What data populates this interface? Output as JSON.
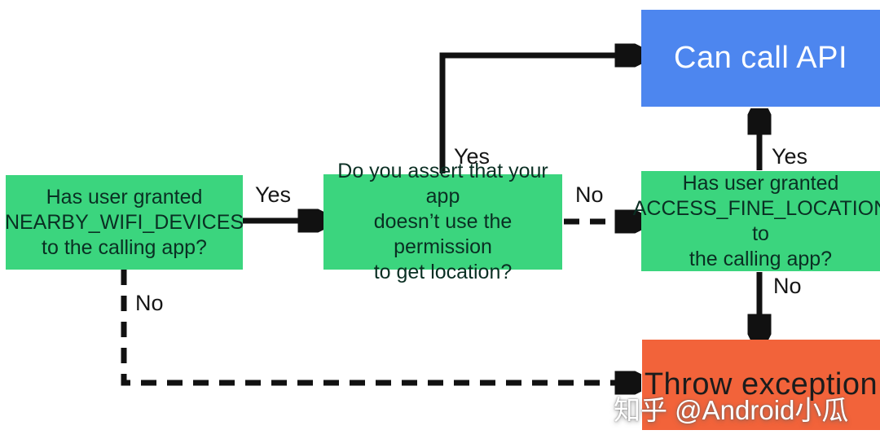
{
  "nodes": {
    "nearby": {
      "lines": [
        "Has user granted",
        "NEARBY_WIFI_DEVICES",
        "to the calling app?"
      ]
    },
    "assert": {
      "lines": [
        "Do you assert that your app",
        "doesn’t use the permission",
        "to get location?"
      ]
    },
    "fine": {
      "lines": [
        "Has user granted",
        "ACCESS_FINE_LOCATION to",
        "the calling app?"
      ]
    },
    "api": {
      "label": "Can call API"
    },
    "throw": {
      "label": "Throw exception"
    }
  },
  "edges": {
    "nearby_assert": {
      "label": "Yes",
      "style": "solid"
    },
    "assert_api": {
      "label": "Yes",
      "style": "solid"
    },
    "assert_fine": {
      "label": "No",
      "style": "dashed"
    },
    "fine_api": {
      "label": "Yes",
      "style": "solid"
    },
    "fine_throw": {
      "label": "No",
      "style": "solid"
    },
    "nearby_throw": {
      "label": "No",
      "style": "dashed"
    }
  },
  "watermark": {
    "text": "知乎 @Android小瓜"
  },
  "colors": {
    "node_green": "#3bd57e",
    "node_blue": "#4d86ef",
    "node_orange": "#f2633a",
    "edge_line": "#111111",
    "green_text": "#0a2f23",
    "background": "#ffffff"
  }
}
